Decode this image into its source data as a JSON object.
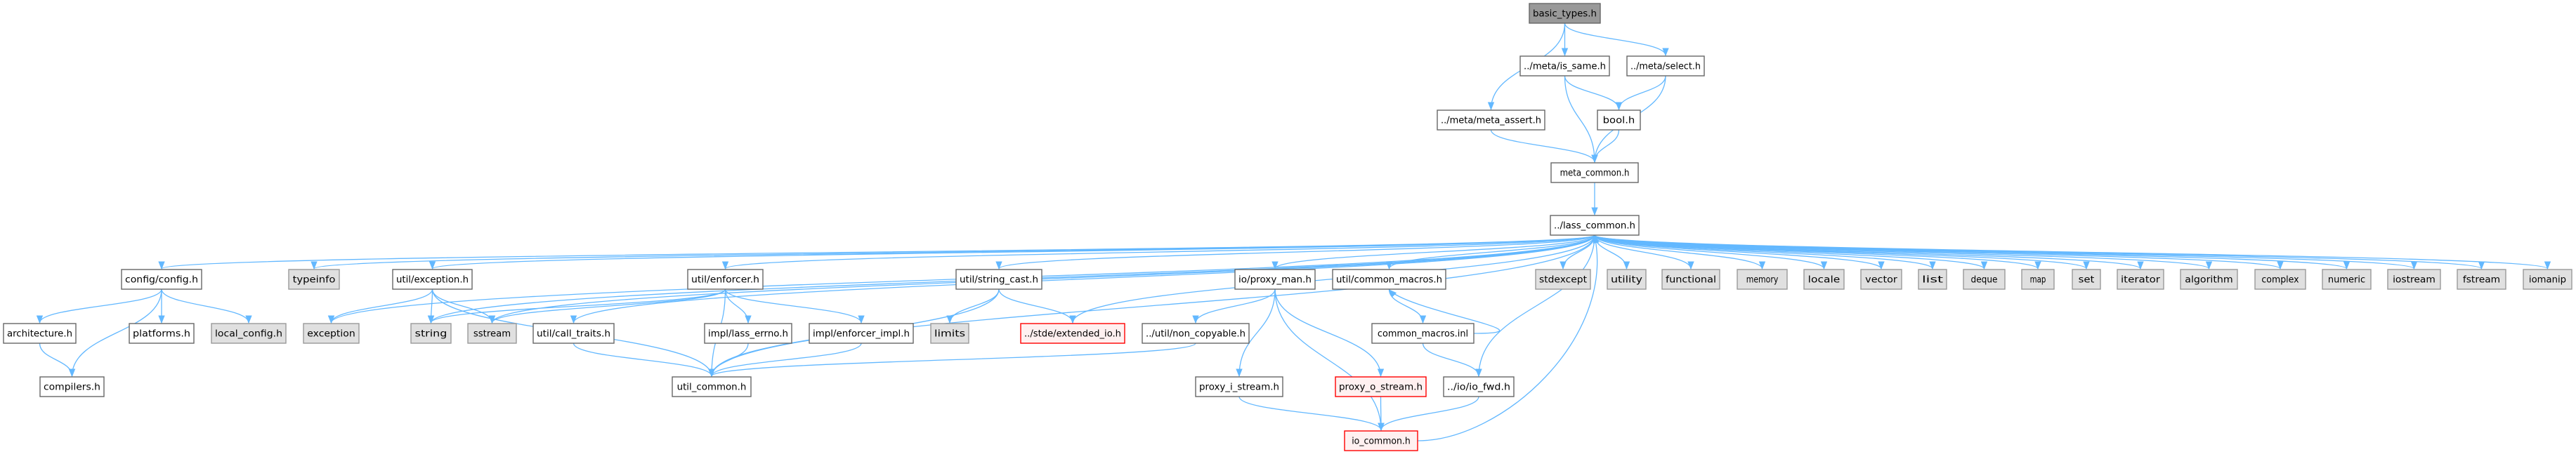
{
  "graph": {
    "colors": {
      "edge": "#63b8ff",
      "root_fill": "#999999",
      "std_fill": "#e0e0e0",
      "red_border": "#ff0000"
    },
    "nodes": [
      {
        "id": "basic_types",
        "label": "basic_types.h",
        "kind": "root"
      },
      {
        "id": "is_same",
        "label": "../meta/is_same.h",
        "kind": "file"
      },
      {
        "id": "select",
        "label": "../meta/select.h",
        "kind": "file"
      },
      {
        "id": "meta_assert",
        "label": "../meta/meta_assert.h",
        "kind": "file"
      },
      {
        "id": "bool",
        "label": "bool.h",
        "kind": "file"
      },
      {
        "id": "meta_common",
        "label": "meta_common.h",
        "kind": "file"
      },
      {
        "id": "lass_common",
        "label": "../lass_common.h",
        "kind": "file"
      },
      {
        "id": "config",
        "label": "config/config.h",
        "kind": "file"
      },
      {
        "id": "typeinfo",
        "label": "typeinfo",
        "kind": "std"
      },
      {
        "id": "util_exception",
        "label": "util/exception.h",
        "kind": "file"
      },
      {
        "id": "util_enforcer",
        "label": "util/enforcer.h",
        "kind": "file"
      },
      {
        "id": "string_cast",
        "label": "util/string_cast.h",
        "kind": "file"
      },
      {
        "id": "proxy_man",
        "label": "io/proxy_man.h",
        "kind": "file"
      },
      {
        "id": "common_macros",
        "label": "util/common_macros.h",
        "kind": "file"
      },
      {
        "id": "stdexcept",
        "label": "stdexcept",
        "kind": "std"
      },
      {
        "id": "utility",
        "label": "utility",
        "kind": "std"
      },
      {
        "id": "functional",
        "label": "functional",
        "kind": "std"
      },
      {
        "id": "memory",
        "label": "memory",
        "kind": "std"
      },
      {
        "id": "locale",
        "label": "locale",
        "kind": "std"
      },
      {
        "id": "vector",
        "label": "vector",
        "kind": "std"
      },
      {
        "id": "list",
        "label": "list",
        "kind": "std"
      },
      {
        "id": "deque",
        "label": "deque",
        "kind": "std"
      },
      {
        "id": "map",
        "label": "map",
        "kind": "std"
      },
      {
        "id": "set",
        "label": "set",
        "kind": "std"
      },
      {
        "id": "iterator",
        "label": "iterator",
        "kind": "std"
      },
      {
        "id": "algorithm",
        "label": "algorithm",
        "kind": "std"
      },
      {
        "id": "complex",
        "label": "complex",
        "kind": "std"
      },
      {
        "id": "numeric",
        "label": "numeric",
        "kind": "std"
      },
      {
        "id": "iostream",
        "label": "iostream",
        "kind": "std"
      },
      {
        "id": "fstream",
        "label": "fstream",
        "kind": "std"
      },
      {
        "id": "iomanip",
        "label": "iomanip",
        "kind": "std"
      },
      {
        "id": "architecture",
        "label": "architecture.h",
        "kind": "file"
      },
      {
        "id": "platforms",
        "label": "platforms.h",
        "kind": "file"
      },
      {
        "id": "local_config",
        "label": "local_config.h",
        "kind": "std"
      },
      {
        "id": "exception",
        "label": "exception",
        "kind": "std"
      },
      {
        "id": "string",
        "label": "string",
        "kind": "std"
      },
      {
        "id": "sstream",
        "label": "sstream",
        "kind": "std"
      },
      {
        "id": "call_traits",
        "label": "util/call_traits.h",
        "kind": "file"
      },
      {
        "id": "lass_errno",
        "label": "impl/lass_errno.h",
        "kind": "file"
      },
      {
        "id": "enforcer_impl",
        "label": "impl/enforcer_impl.h",
        "kind": "file"
      },
      {
        "id": "limits",
        "label": "limits",
        "kind": "std"
      },
      {
        "id": "extended_io",
        "label": "../stde/extended_io.h",
        "kind": "red"
      },
      {
        "id": "non_copyable",
        "label": "../util/non_copyable.h",
        "kind": "file"
      },
      {
        "id": "common_macros_inl",
        "label": "common_macros.inl",
        "kind": "file"
      },
      {
        "id": "compilers",
        "label": "compilers.h",
        "kind": "file"
      },
      {
        "id": "util_common",
        "label": "util_common.h",
        "kind": "file"
      },
      {
        "id": "proxy_i_stream",
        "label": "proxy_i_stream.h",
        "kind": "file"
      },
      {
        "id": "proxy_o_stream",
        "label": "proxy_o_stream.h",
        "kind": "red"
      },
      {
        "id": "io_fwd",
        "label": "../io/io_fwd.h",
        "kind": "file"
      },
      {
        "id": "io_common",
        "label": "io_common.h",
        "kind": "red"
      }
    ],
    "edges": [
      [
        "basic_types",
        "meta_assert"
      ],
      [
        "basic_types",
        "is_same"
      ],
      [
        "basic_types",
        "select"
      ],
      [
        "is_same",
        "bool"
      ],
      [
        "is_same",
        "meta_common"
      ],
      [
        "select",
        "bool"
      ],
      [
        "select",
        "meta_common"
      ],
      [
        "meta_assert",
        "meta_common"
      ],
      [
        "bool",
        "meta_common"
      ],
      [
        "meta_common",
        "lass_common"
      ],
      [
        "lass_common",
        "config"
      ],
      [
        "lass_common",
        "typeinfo"
      ],
      [
        "lass_common",
        "util_exception"
      ],
      [
        "lass_common",
        "exception"
      ],
      [
        "lass_common",
        "string"
      ],
      [
        "lass_common",
        "sstream"
      ],
      [
        "lass_common",
        "call_traits"
      ],
      [
        "lass_common",
        "util_common"
      ],
      [
        "lass_common",
        "util_enforcer"
      ],
      [
        "lass_common",
        "string_cast"
      ],
      [
        "lass_common",
        "extended_io"
      ],
      [
        "lass_common",
        "proxy_man"
      ],
      [
        "lass_common",
        "common_macros"
      ],
      [
        "lass_common",
        "io_fwd"
      ],
      [
        "lass_common",
        "stdexcept"
      ],
      [
        "lass_common",
        "utility"
      ],
      [
        "lass_common",
        "functional"
      ],
      [
        "lass_common",
        "memory"
      ],
      [
        "lass_common",
        "locale"
      ],
      [
        "lass_common",
        "vector"
      ],
      [
        "lass_common",
        "list"
      ],
      [
        "lass_common",
        "deque"
      ],
      [
        "lass_common",
        "map"
      ],
      [
        "lass_common",
        "set"
      ],
      [
        "lass_common",
        "iterator"
      ],
      [
        "lass_common",
        "algorithm"
      ],
      [
        "lass_common",
        "complex"
      ],
      [
        "lass_common",
        "numeric"
      ],
      [
        "lass_common",
        "iostream"
      ],
      [
        "lass_common",
        "fstream"
      ],
      [
        "lass_common",
        "iomanip"
      ],
      [
        "config",
        "architecture"
      ],
      [
        "config",
        "platforms"
      ],
      [
        "config",
        "local_config"
      ],
      [
        "config",
        "compilers"
      ],
      [
        "architecture",
        "compilers"
      ],
      [
        "util_exception",
        "exception"
      ],
      [
        "util_exception",
        "string"
      ],
      [
        "util_exception",
        "sstream"
      ],
      [
        "util_exception",
        "util_common"
      ],
      [
        "util_enforcer",
        "string"
      ],
      [
        "util_enforcer",
        "sstream"
      ],
      [
        "util_enforcer",
        "lass_errno"
      ],
      [
        "util_enforcer",
        "enforcer_impl"
      ],
      [
        "util_enforcer",
        "util_common"
      ],
      [
        "call_traits",
        "util_common"
      ],
      [
        "lass_errno",
        "util_common"
      ],
      [
        "enforcer_impl",
        "util_common"
      ],
      [
        "string_cast",
        "limits"
      ],
      [
        "string_cast",
        "extended_io"
      ],
      [
        "string_cast",
        "util_common"
      ],
      [
        "proxy_man",
        "non_copyable"
      ],
      [
        "proxy_man",
        "proxy_i_stream"
      ],
      [
        "proxy_man",
        "io_common"
      ],
      [
        "proxy_man",
        "proxy_o_stream"
      ],
      [
        "non_copyable",
        "util_common"
      ],
      [
        "common_macros",
        "common_macros_inl"
      ],
      [
        "common_macros_inl",
        "common_macros"
      ],
      [
        "common_macros_inl",
        "io_fwd"
      ],
      [
        "proxy_i_stream",
        "io_common"
      ],
      [
        "proxy_o_stream",
        "io_common"
      ],
      [
        "io_fwd",
        "io_common"
      ],
      [
        "io_common",
        "lass_common"
      ]
    ]
  }
}
